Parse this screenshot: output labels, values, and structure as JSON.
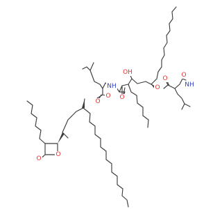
{
  "molecule": {
    "atoms": [
      {
        "id": "O1",
        "text": "O",
        "element": "O"
      },
      {
        "id": "O2",
        "text": "O",
        "element": "O"
      },
      {
        "id": "O3",
        "text": "O",
        "element": "O"
      },
      {
        "id": "O4",
        "text": "O",
        "element": "O"
      },
      {
        "id": "O5",
        "text": "O",
        "element": "O"
      },
      {
        "id": "O6",
        "text": "O",
        "element": "O"
      },
      {
        "id": "O7",
        "text": "O",
        "element": "O"
      },
      {
        "id": "O8",
        "text": "O",
        "element": "O"
      },
      {
        "id": "OH1",
        "text": "OH",
        "element": "O"
      },
      {
        "id": "NH1",
        "text": "NH",
        "element": "N"
      },
      {
        "id": "NH2",
        "text": "NH",
        "element": "N"
      }
    ]
  },
  "colors": {
    "bond": "#3c3c3c",
    "oxygen": "#e8302c",
    "nitrogen": "#2d3fc8",
    "background": "#ffffff"
  }
}
